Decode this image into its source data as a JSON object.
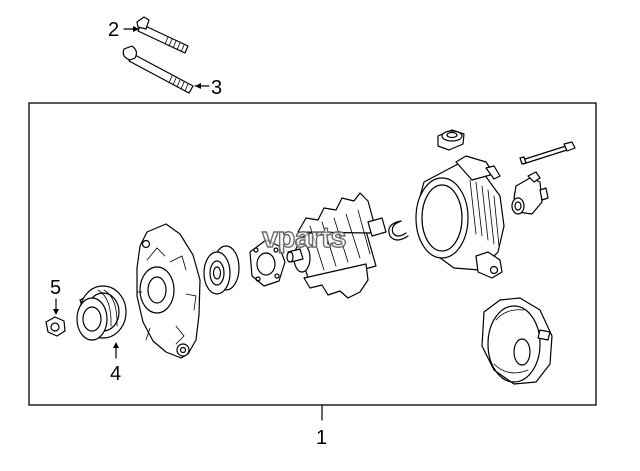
{
  "diagram": {
    "watermark": "vparts",
    "callouts": [
      {
        "id": "1",
        "label": "1"
      },
      {
        "id": "2",
        "label": "2"
      },
      {
        "id": "3",
        "label": "3"
      },
      {
        "id": "4",
        "label": "4"
      },
      {
        "id": "5",
        "label": "5"
      }
    ]
  }
}
